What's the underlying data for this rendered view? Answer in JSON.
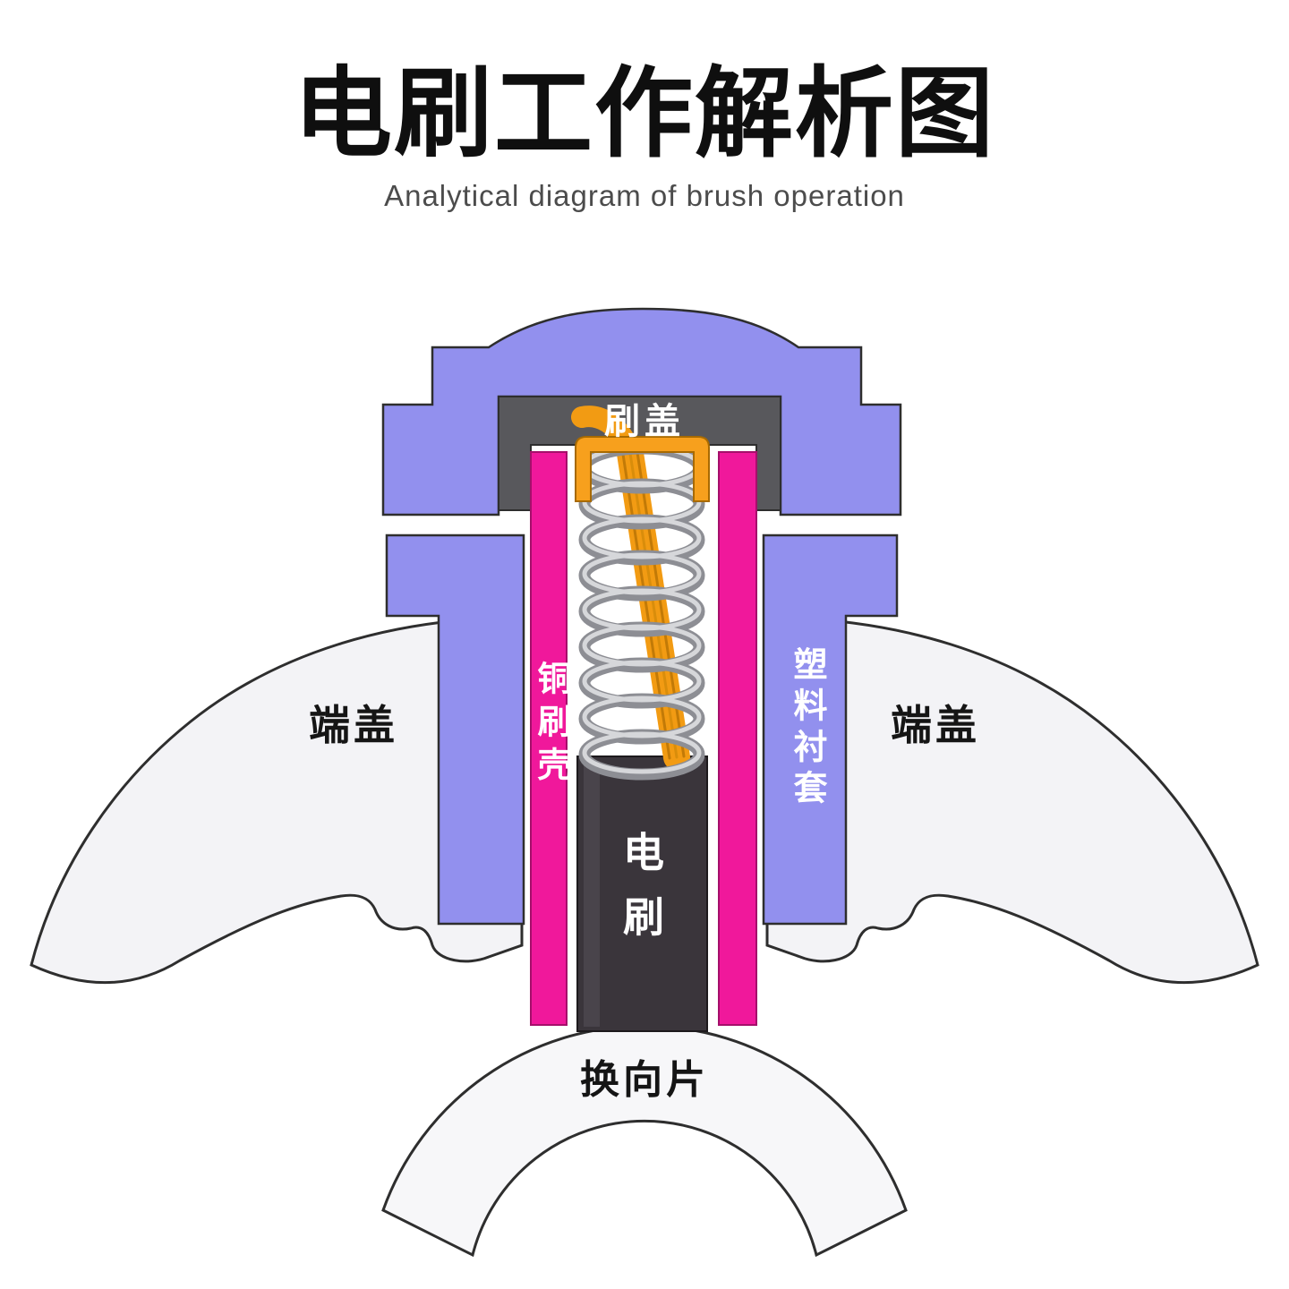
{
  "header": {
    "title": "电刷工作解析图",
    "subtitle": "Analytical diagram of brush operation"
  },
  "diagram": {
    "labels": {
      "brush_cover": "刷盖",
      "copper_brush_shell": "铜刷壳",
      "plastic_bushing": "塑料衬套",
      "end_cover_left": "端盖",
      "end_cover_right": "端盖",
      "brush": "电刷",
      "commutator_segment": "换向片"
    },
    "colors": {
      "housing_purple": "#9290ee",
      "shell_pink": "#f0189b",
      "cover_gray": "#58585c",
      "brush_dark": "#3a353b",
      "clip_orange": "#f7a01d",
      "wire_orange": "#f29b13",
      "spring_silver": "#8d8e94",
      "end_cover_white": "#f3f3f6",
      "commutator_white": "#f7f7f9",
      "outline_dark": "#2e2e2e"
    }
  }
}
